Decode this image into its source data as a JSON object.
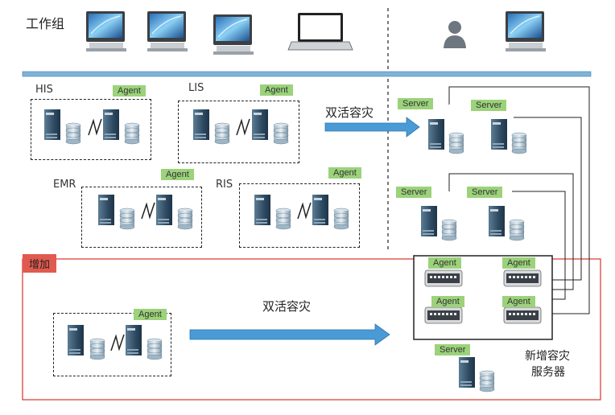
{
  "header": {
    "workgroup_label": "工作组"
  },
  "systems": [
    {
      "name": "HIS",
      "agent": "Agent"
    },
    {
      "name": "LIS",
      "agent": "Agent"
    },
    {
      "name": "EMR",
      "agent": "Agent"
    },
    {
      "name": "RIS",
      "agent": "Agent"
    },
    {
      "name": "",
      "agent": "Agent"
    }
  ],
  "flows": {
    "active_active_top": "双活容灾",
    "active_active_bottom": "双活容灾"
  },
  "servers": {
    "labels": [
      "Server",
      "Server",
      "Server",
      "Server",
      "Server"
    ]
  },
  "agents_box": {
    "labels": [
      "Agent",
      "Agent",
      "Agent",
      "Agent"
    ]
  },
  "added_section": {
    "tag": "增加",
    "new_server_line1": "新增容灾",
    "new_server_line2": "服务器"
  },
  "colors": {
    "bar": "#7fb3d8",
    "arrow": "#4a9ad6",
    "agent_tag": "#9bd27a",
    "added_border": "#d9342b",
    "added_tag_bg": "#e05a4f"
  }
}
